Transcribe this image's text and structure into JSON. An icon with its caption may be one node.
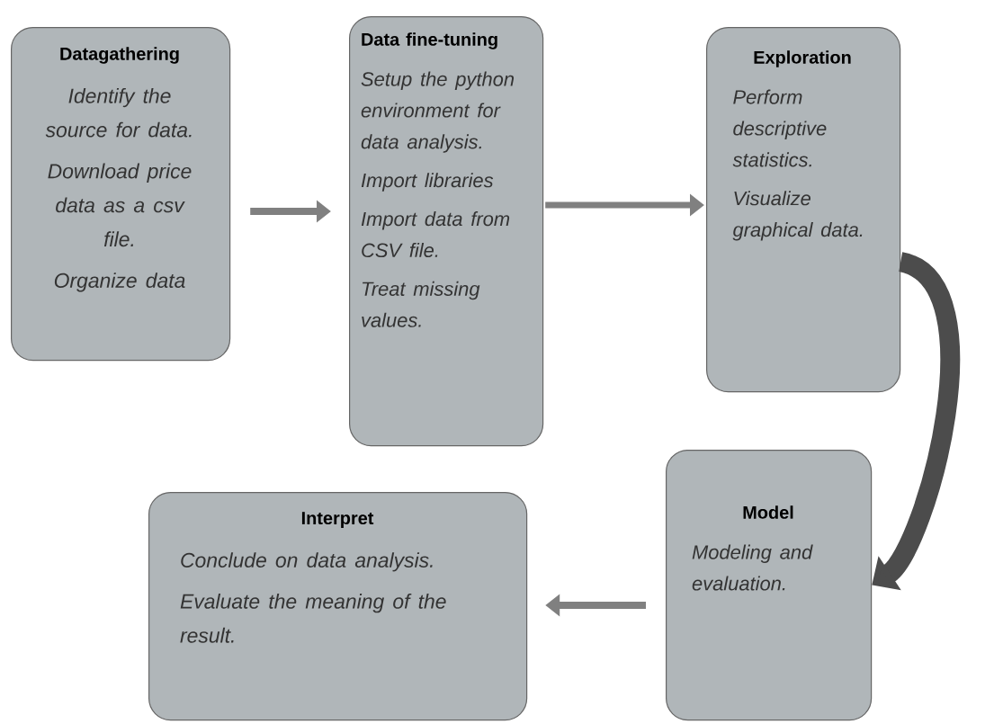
{
  "diagram": {
    "nodes": [
      {
        "text": [
          "Datagathering",
          "Identify the source for data.",
          "Download price data as a csv file.",
          "Organize data"
        ]
      },
      {
        "text": [
          "Data fine-tuning",
          "Setup the python environment for data analysis.",
          "Import libraries",
          "Import data from CSV file.",
          "Treat missing values."
        ]
      },
      {
        "text": [
          "Exploration",
          "Perform descriptive statistics.",
          "Visualize graphical data."
        ]
      },
      {
        "text": [
          "Model",
          "Modeling and evaluation."
        ]
      },
      {
        "text": [
          "Interpret",
          "Conclude on data analysis.",
          "Evaluate the meaning of the result."
        ]
      }
    ],
    "edges": [
      {
        "from": 0,
        "to": 1,
        "arrow": "to"
      },
      {
        "from": 1,
        "to": 2,
        "arrow": "to"
      },
      {
        "from": 2,
        "to": 3,
        "arrow": "to",
        "style": "thick"
      },
      {
        "from": 3,
        "to": 4,
        "arrow": "to"
      }
    ]
  }
}
